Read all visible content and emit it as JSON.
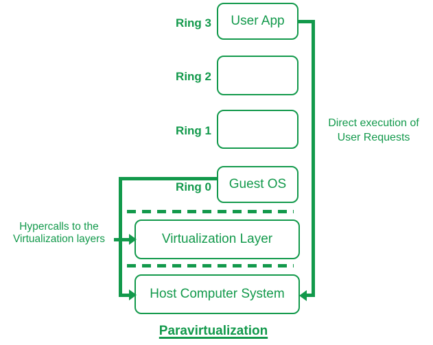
{
  "colors": {
    "accent_green": "#12994b",
    "background": "#ffffff"
  },
  "rings": [
    {
      "label": "Ring 3",
      "box_label": "User App"
    },
    {
      "label": "Ring 2",
      "box_label": ""
    },
    {
      "label": "Ring 1",
      "box_label": ""
    },
    {
      "label": "Ring 0",
      "box_label": "Guest OS"
    }
  ],
  "layers": [
    {
      "label": "Virtualization Layer"
    },
    {
      "label": "Host Computer System"
    }
  ],
  "annotations": {
    "direct_execution": {
      "line1": "Direct execution of",
      "line2": "User Requests"
    },
    "hypercalls": {
      "line1": "Hypercalls to the",
      "line2": "Virtualization layers"
    }
  },
  "title": "Paravirtualization"
}
